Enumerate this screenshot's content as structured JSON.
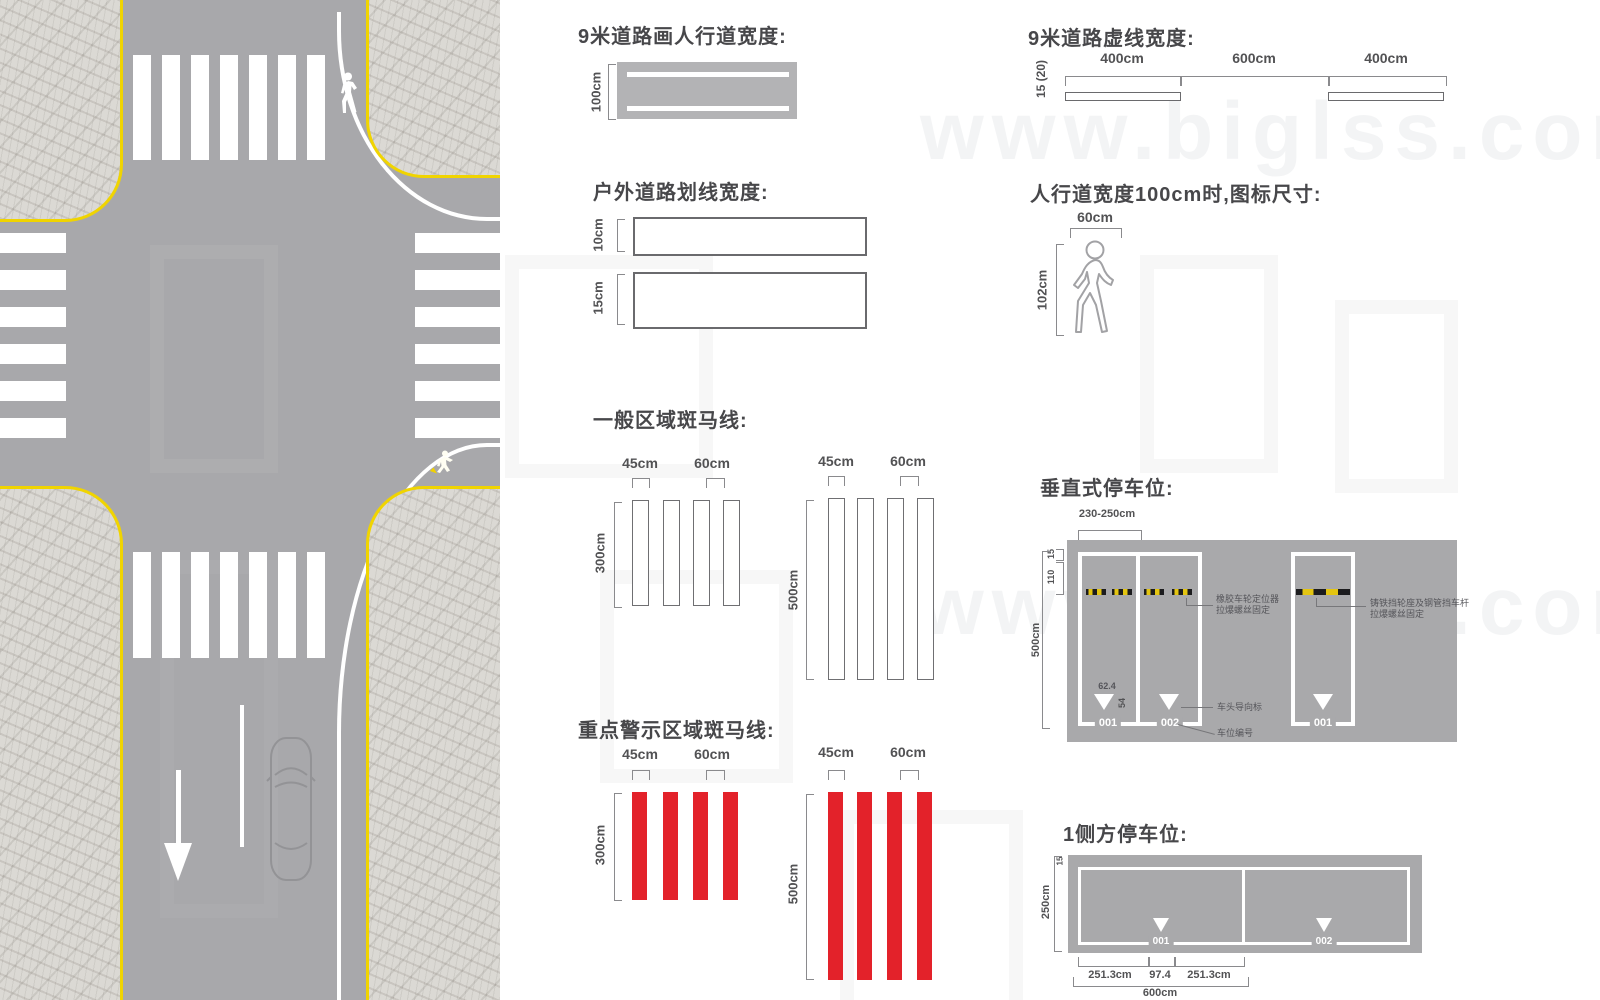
{
  "watermark": "www.biglss.com",
  "sections": {
    "crosswalk_width": {
      "title": "9米道路画人行道宽度:",
      "height_label": "100cm"
    },
    "outdoor_line_width": {
      "title": "户外道路划线宽度:",
      "thin_label": "10cm",
      "thick_label": "15cm"
    },
    "zebra_general": {
      "title": "一般区域斑马线:",
      "stripe_width": "45cm",
      "stripe_gap": "60cm",
      "short_length": "300cm",
      "long_length": "500cm"
    },
    "zebra_warning": {
      "title": "重点警示区域斑马线:",
      "stripe_width": "45cm",
      "stripe_gap": "60cm",
      "short_length": "300cm",
      "long_length": "500cm"
    },
    "dashed_line": {
      "title": "9米道路虚线宽度:",
      "seg1": "400cm",
      "seg2": "600cm",
      "seg3": "400cm",
      "width_label": "15 (20)"
    },
    "pedestrian_icon": {
      "title": "人行道宽度100cm时,图标尺寸:",
      "icon_width": "60cm",
      "icon_height": "102cm"
    },
    "vertical_parking": {
      "title": "垂直式停车位:",
      "top_width": "230-250cm",
      "line_offset": "15",
      "stop_offset": "110",
      "depth": "500cm",
      "arrow_dim_w": "62.4",
      "arrow_dim_h": "54",
      "space1": "001",
      "space2": "002",
      "space3": "001",
      "note_rubber_1": "橡胶车轮定位器",
      "note_rubber_2": "拉爆螺丝固定",
      "note_iron_1": "铸铁挡轮座及钢管挡车杆",
      "note_iron_2": "拉爆螺丝固定",
      "note_arrow": "车头导向标",
      "note_number": "车位编号"
    },
    "side_parking": {
      "title": "1侧方停车位:",
      "line_offset": "15",
      "depth": "250cm",
      "space1": "001",
      "space2": "002",
      "dim1": "251.3cm",
      "dim2": "97.4",
      "dim3": "251.3cm",
      "total": "600cm"
    }
  }
}
